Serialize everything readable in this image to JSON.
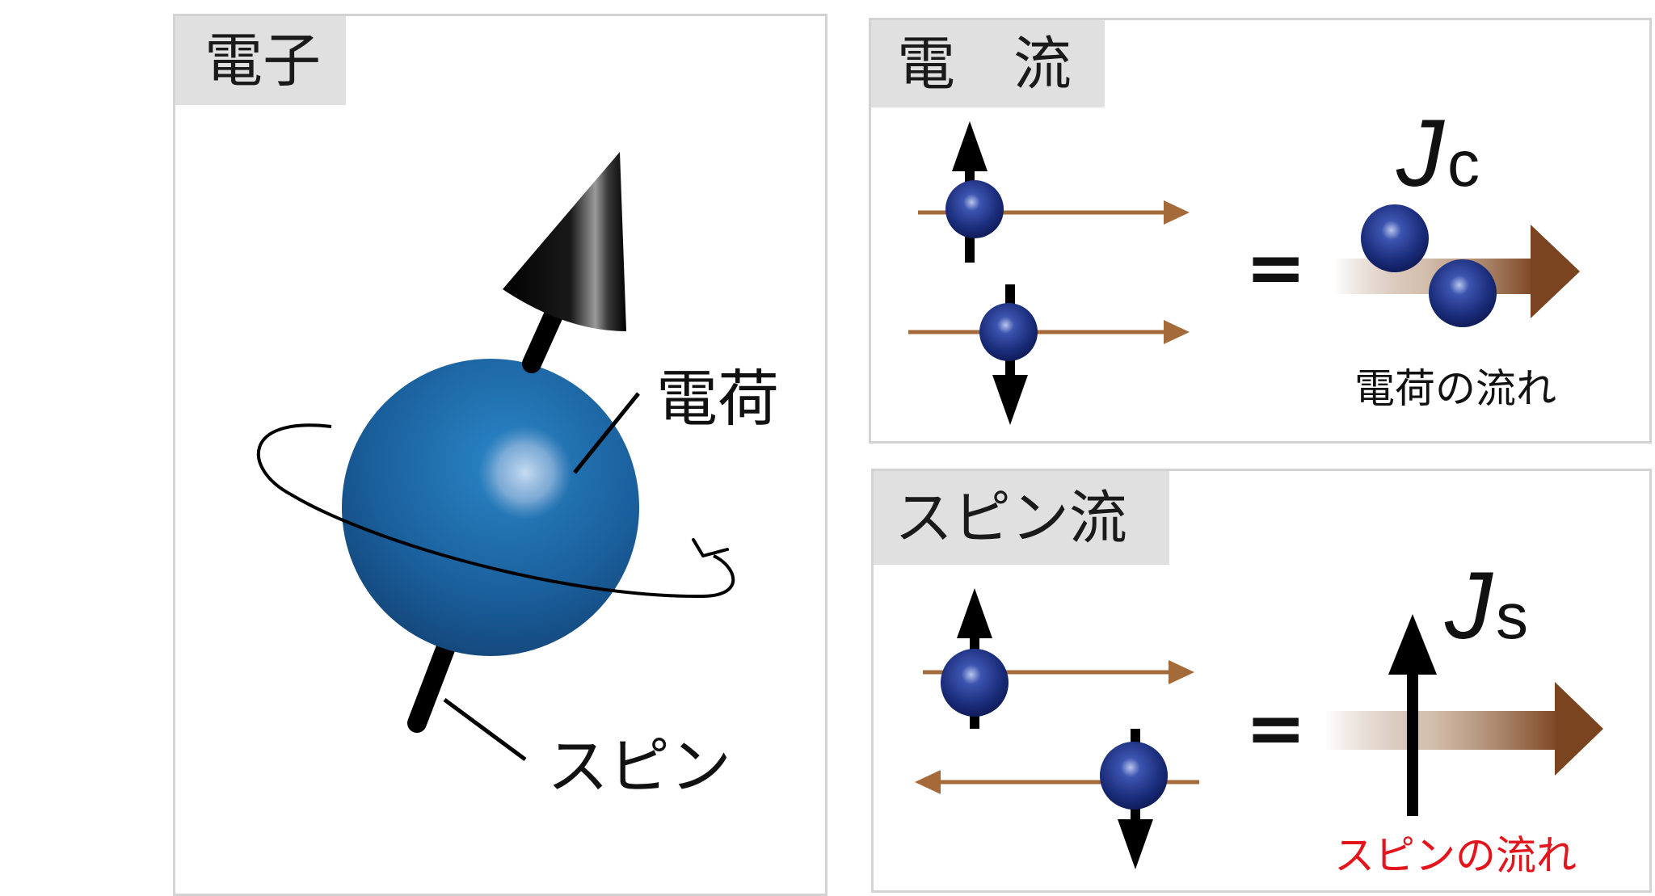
{
  "electron_panel": {
    "title": "電子",
    "charge_label": "電荷",
    "spin_label": "スピン"
  },
  "current_panel": {
    "title": "電　流",
    "symbol": "J",
    "subscript": "c",
    "equals": "=",
    "caption": "電荷の流れ"
  },
  "spin_current_panel": {
    "title": "スピン流",
    "symbol": "J",
    "subscript": "s",
    "equals": "=",
    "caption": "スピンの流れ"
  },
  "colors": {
    "electron_blue": "#1d5f9a",
    "flow_brown": "#7a4420",
    "flow_arrow": "#a46a3a",
    "caption_red": "#e3141b",
    "panel_border": "#d3d3d3",
    "tag_bg": "#e0e0e0"
  }
}
